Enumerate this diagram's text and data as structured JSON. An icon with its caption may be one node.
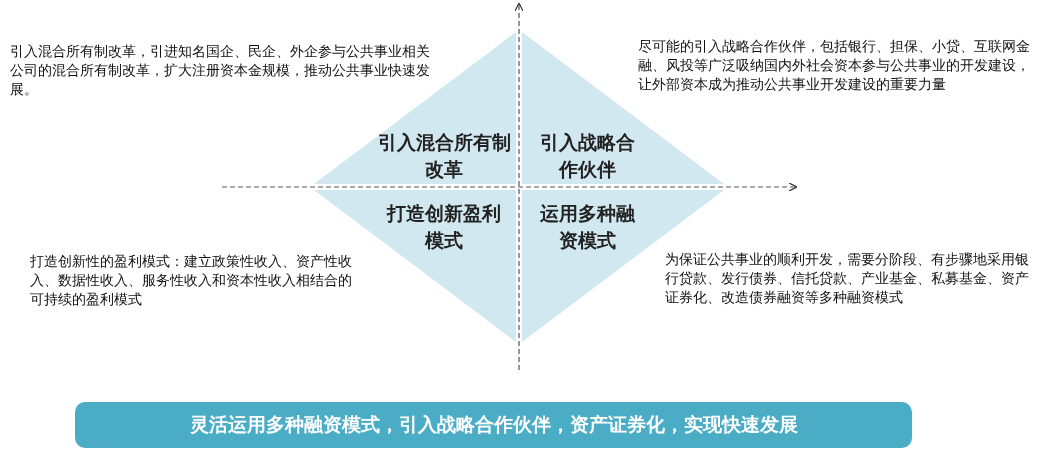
{
  "diagram": {
    "nodes": [
      {
        "text": [
          "引入混合所有制改革"
        ]
      },
      {
        "text": [
          "引入战略合作伙伴"
        ]
      },
      {
        "text": [
          "打造创新盈利模式"
        ]
      },
      {
        "text": [
          "运用多种融资模式"
        ]
      },
      {
        "text": [
          "灵活运用多种融资模式，引入战略合作伙伴，资产证券化，实现快速发展"
        ]
      }
    ],
    "edges": [],
    "labels": [
      "引入混合所有制改革，引进知名国企、民企、外企参与公共事业相关公司的混合所有制改革，扩大注册资本金规模，推动公共事业快速发展。",
      "尽可能的引入战略合作伙伴，包括银行、担保、小贷、互联网金融、风投等广泛吸纳国内外社会资本参与公共事业的开发建设，让外部资本成为推动公共事业开发建设的重要力量",
      "打造创新性的盈利模式：建立政策性收入、资产性收入、数据性收入、服务性收入和资本性收入相结合的可持续的盈利模式",
      "为保证公共事业的顺利开发，需要分阶段、有步骤地采用银行贷款、发行债券、信托贷款、产业基金、私募基金、资产证券化、改造债券融资等多种融资模式"
    ]
  }
}
